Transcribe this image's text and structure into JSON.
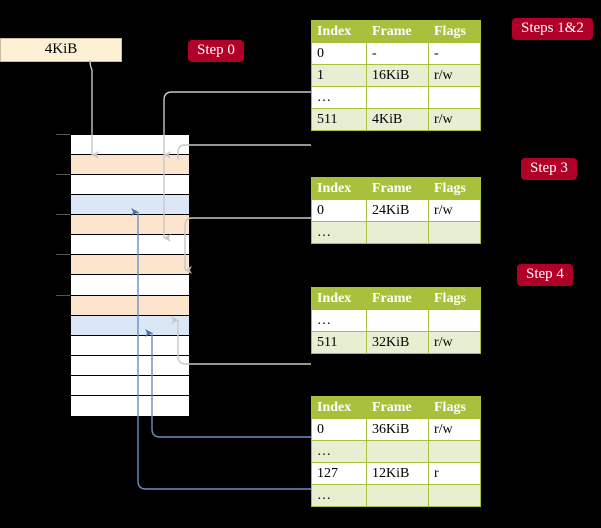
{
  "request": {
    "label": "4KiB"
  },
  "steps": [
    {
      "id": "step0",
      "label": "Step 0"
    },
    {
      "id": "step12",
      "label": "Steps 1&2"
    },
    {
      "id": "step3",
      "label": "Step 3"
    },
    {
      "id": "step4",
      "label": "Step 4"
    }
  ],
  "colors": {
    "pill_bg": "#b00028",
    "table_header_bg": "#a8c13c",
    "table_alt_bg": "#e8eed2",
    "highlight_bg": "#fbf7a8",
    "request_bg": "#fdf0d5",
    "mem_orange": "#fde4cd",
    "mem_blue": "#dbe7f6",
    "wire_grey": "#c8c8c8",
    "wire_blue": "#6a8fc0"
  },
  "tables": [
    {
      "name": "level4-page-table",
      "columns": [
        "Index",
        "Frame",
        "Flags"
      ],
      "rows": [
        {
          "cells": [
            "0",
            "-",
            "-"
          ],
          "alt": false,
          "highlight": false
        },
        {
          "cells": [
            "1",
            "16KiB",
            "r/w"
          ],
          "alt": true,
          "highlight": false
        },
        {
          "cells": [
            "…",
            "",
            ""
          ],
          "alt": false,
          "highlight": false
        },
        {
          "cells": [
            "511",
            "4KiB",
            "r/w"
          ],
          "alt": true,
          "highlight": true
        }
      ]
    },
    {
      "name": "level3-page-table",
      "columns": [
        "Index",
        "Frame",
        "Flags"
      ],
      "rows": [
        {
          "cells": [
            "0",
            "24KiB",
            "r/w"
          ],
          "alt": false,
          "highlight": false
        },
        {
          "cells": [
            "…",
            "",
            ""
          ],
          "alt": true,
          "highlight": false
        }
      ]
    },
    {
      "name": "level2-page-table",
      "columns": [
        "Index",
        "Frame",
        "Flags"
      ],
      "rows": [
        {
          "cells": [
            "…",
            "",
            ""
          ],
          "alt": false,
          "highlight": false
        },
        {
          "cells": [
            "511",
            "32KiB",
            "r/w"
          ],
          "alt": true,
          "highlight": false
        }
      ]
    },
    {
      "name": "level1-page-table",
      "columns": [
        "Index",
        "Frame",
        "Flags"
      ],
      "rows": [
        {
          "cells": [
            "0",
            "36KiB",
            "r/w"
          ],
          "alt": false,
          "highlight": false
        },
        {
          "cells": [
            "…",
            "",
            ""
          ],
          "alt": true,
          "highlight": false
        },
        {
          "cells": [
            "127",
            "12KiB",
            "r"
          ],
          "alt": false,
          "highlight": false
        },
        {
          "cells": [
            "…",
            "",
            ""
          ],
          "alt": true,
          "highlight": false
        }
      ]
    }
  ],
  "memory": {
    "name": "physical-memory-frames",
    "frames": [
      {
        "fill": "white"
      },
      {
        "fill": "orange"
      },
      {
        "fill": "white"
      },
      {
        "fill": "blue"
      },
      {
        "fill": "orange"
      },
      {
        "fill": "white"
      },
      {
        "fill": "orange"
      },
      {
        "fill": "white"
      },
      {
        "fill": "orange"
      },
      {
        "fill": "blue"
      },
      {
        "fill": "white"
      },
      {
        "fill": "white"
      },
      {
        "fill": "white"
      },
      {
        "fill": "white"
      }
    ]
  }
}
